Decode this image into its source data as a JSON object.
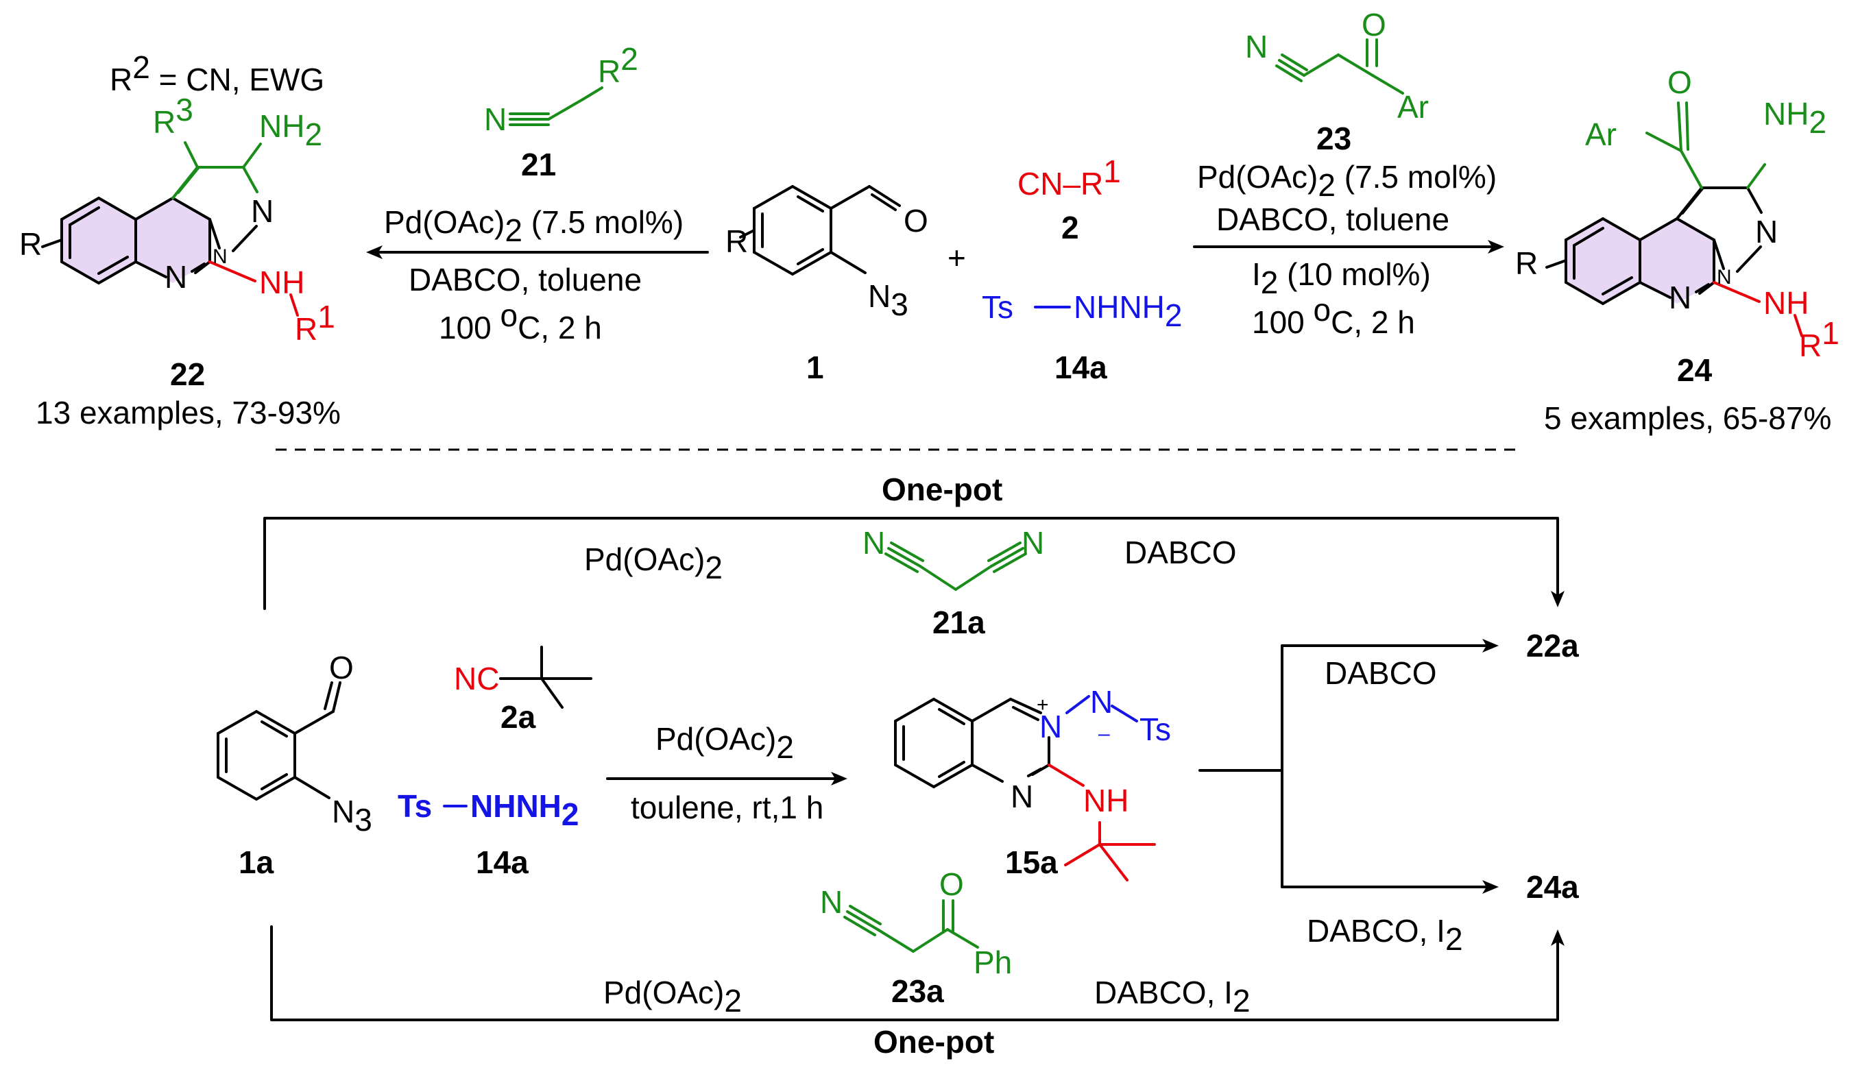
{
  "colors": {
    "black": "#000000",
    "green": "#1a8c1a",
    "red": "#e8000b",
    "blue": "#1414e6",
    "ring_fill": "#e8d7f4"
  },
  "top": {
    "r2_note": {
      "main": "R",
      "sup": "2",
      "rest": " = CN, EWG"
    },
    "p22": {
      "r3": {
        "main": "R",
        "sup": "3"
      },
      "nh2": {
        "main": "NH",
        "sub": "2"
      },
      "n1": "N",
      "n2": "N",
      "n3": "N",
      "r": "R",
      "nh": "NH",
      "r1": {
        "main": "R",
        "sup": "1"
      },
      "label": "22",
      "yield": "13 examples, 73-93%"
    },
    "reagent21": {
      "n": "N",
      "r2": {
        "main": "R",
        "sup": "2"
      },
      "label": "21"
    },
    "left_conditions": {
      "line1": {
        "main": "Pd(OAc)",
        "sub": "2",
        "rest": " (7.5 mol%)"
      },
      "line2": "DABCO, toluene",
      "line3": {
        "main": "100 ",
        "sup": "o",
        "rest": "C, 2 h"
      }
    },
    "sm1": {
      "r": "R",
      "o": "O",
      "n3": {
        "main": "N",
        "sub": "3"
      },
      "label": "1"
    },
    "plus": "+",
    "isonitrile2": {
      "text": "CN–R",
      "sup": "1",
      "label": "2"
    },
    "tosylhydrazide14a": {
      "text": "Ts",
      "rest": "NHNH",
      "sub": "2",
      "label": "14a"
    },
    "reagent23": {
      "n": "N",
      "o": "O",
      "ar": "Ar",
      "label": "23"
    },
    "right_conditions": {
      "line1": {
        "main": "Pd(OAc)",
        "sub": "2",
        "rest": " (7.5 mol%)"
      },
      "line2": "DABCO, toluene",
      "line3": {
        "main": "I",
        "sub": "2",
        "rest": " (10 mol%)"
      },
      "line4": {
        "main": "100 ",
        "sup": "o",
        "rest": "C, 2 h"
      }
    },
    "p24": {
      "o": "O",
      "ar": "Ar",
      "nh2": {
        "main": "NH",
        "sub": "2"
      },
      "n1": "N",
      "n2": "N",
      "n3": "N",
      "r": "R",
      "nh": "NH",
      "r1": {
        "main": "R",
        "sup": "1"
      },
      "label": "24",
      "yield": "5 examples, 65-87%"
    }
  },
  "bottom": {
    "one_pot_top": "One-pot",
    "top_route": {
      "pd": {
        "main": "Pd(OAc)",
        "sub": "2"
      },
      "dabco": "DABCO",
      "malononitrile_n1": "N",
      "malononitrile_n2": "N",
      "label": "21a"
    },
    "sm1a": {
      "o": "O",
      "n3": {
        "main": "N",
        "sub": "3"
      },
      "label": "1a"
    },
    "tbu_isonitrile": {
      "text": "NC",
      "label": "2a"
    },
    "ts_hydrazide": {
      "ts": "Ts",
      "rest": "NHNH",
      "sub": "2",
      "label": "14a"
    },
    "step_conditions": {
      "line1": {
        "main": "Pd(OAc)",
        "sub": "2"
      },
      "line2": "toulene, rt,1 h"
    },
    "intermediate15a": {
      "plus": "+",
      "minus": "–",
      "n_plus": "N",
      "n_minus": "N",
      "ts": "Ts",
      "n_ring": "N",
      "nh": "NH",
      "label": "15a"
    },
    "branch_upper": {
      "cond": "DABCO",
      "product": "22a"
    },
    "branch_lower": {
      "cond": {
        "main": "DABCO, I",
        "sub": "2"
      },
      "product": "24a"
    },
    "benzoylacetonitrile": {
      "n": "N",
      "o": "O",
      "ph": "Ph",
      "label": "23a"
    },
    "bottom_route": {
      "pd": {
        "main": "Pd(OAc)",
        "sub": "2"
      },
      "dabco_i2": {
        "main": "DABCO, I",
        "sub": "2"
      }
    },
    "one_pot_bottom": "One-pot"
  }
}
